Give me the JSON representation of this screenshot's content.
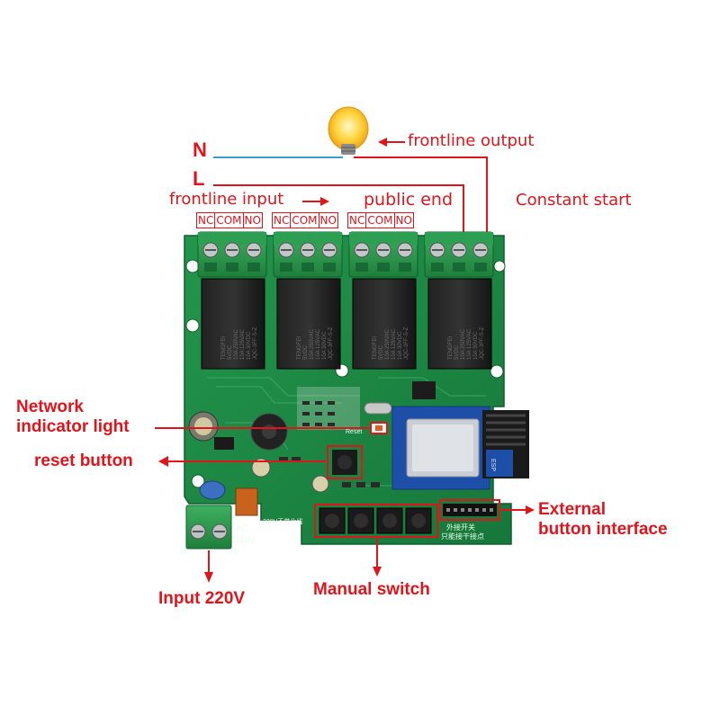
{
  "labels": {
    "n": "N",
    "l": "L",
    "frontline_output": "frontline output",
    "frontline_input": "frontline input",
    "public_end": "public end",
    "constant_start": "Constant start",
    "network_indicator": "Network\nindicator light",
    "reset_button": "reset button",
    "external_button_interface": "External\nbutton interface",
    "input_220v": "Input 220V",
    "manual_switch": "Manual switch"
  },
  "terminal_groups": [
    [
      "NC",
      "COM",
      "NO"
    ],
    [
      "NC",
      "COM",
      "NO"
    ],
    [
      "NC",
      "COM",
      "NO"
    ]
  ],
  "board": {
    "relay_text": [
      "TENGFEI",
      "5VDC",
      "10A 250VAC",
      "10A 125VAC",
      "10A 30VDC",
      "JQC-3FF-S-Z"
    ],
    "reset_silk": "Reset",
    "ac_silk": "AC\n220V",
    "ac_note_silk": "220V不带此线",
    "ext_silk": "外接开关\n只能接干接点",
    "module_silk": "ESP"
  },
  "colors": {
    "pcb": "#1e8a45",
    "pcb_dark": "#0f5e2d",
    "terminal": "#2e9a4e",
    "relay": "#1b1b1b",
    "accent_red": "#e0141b",
    "wire_blue": "#3aa0c8"
  }
}
